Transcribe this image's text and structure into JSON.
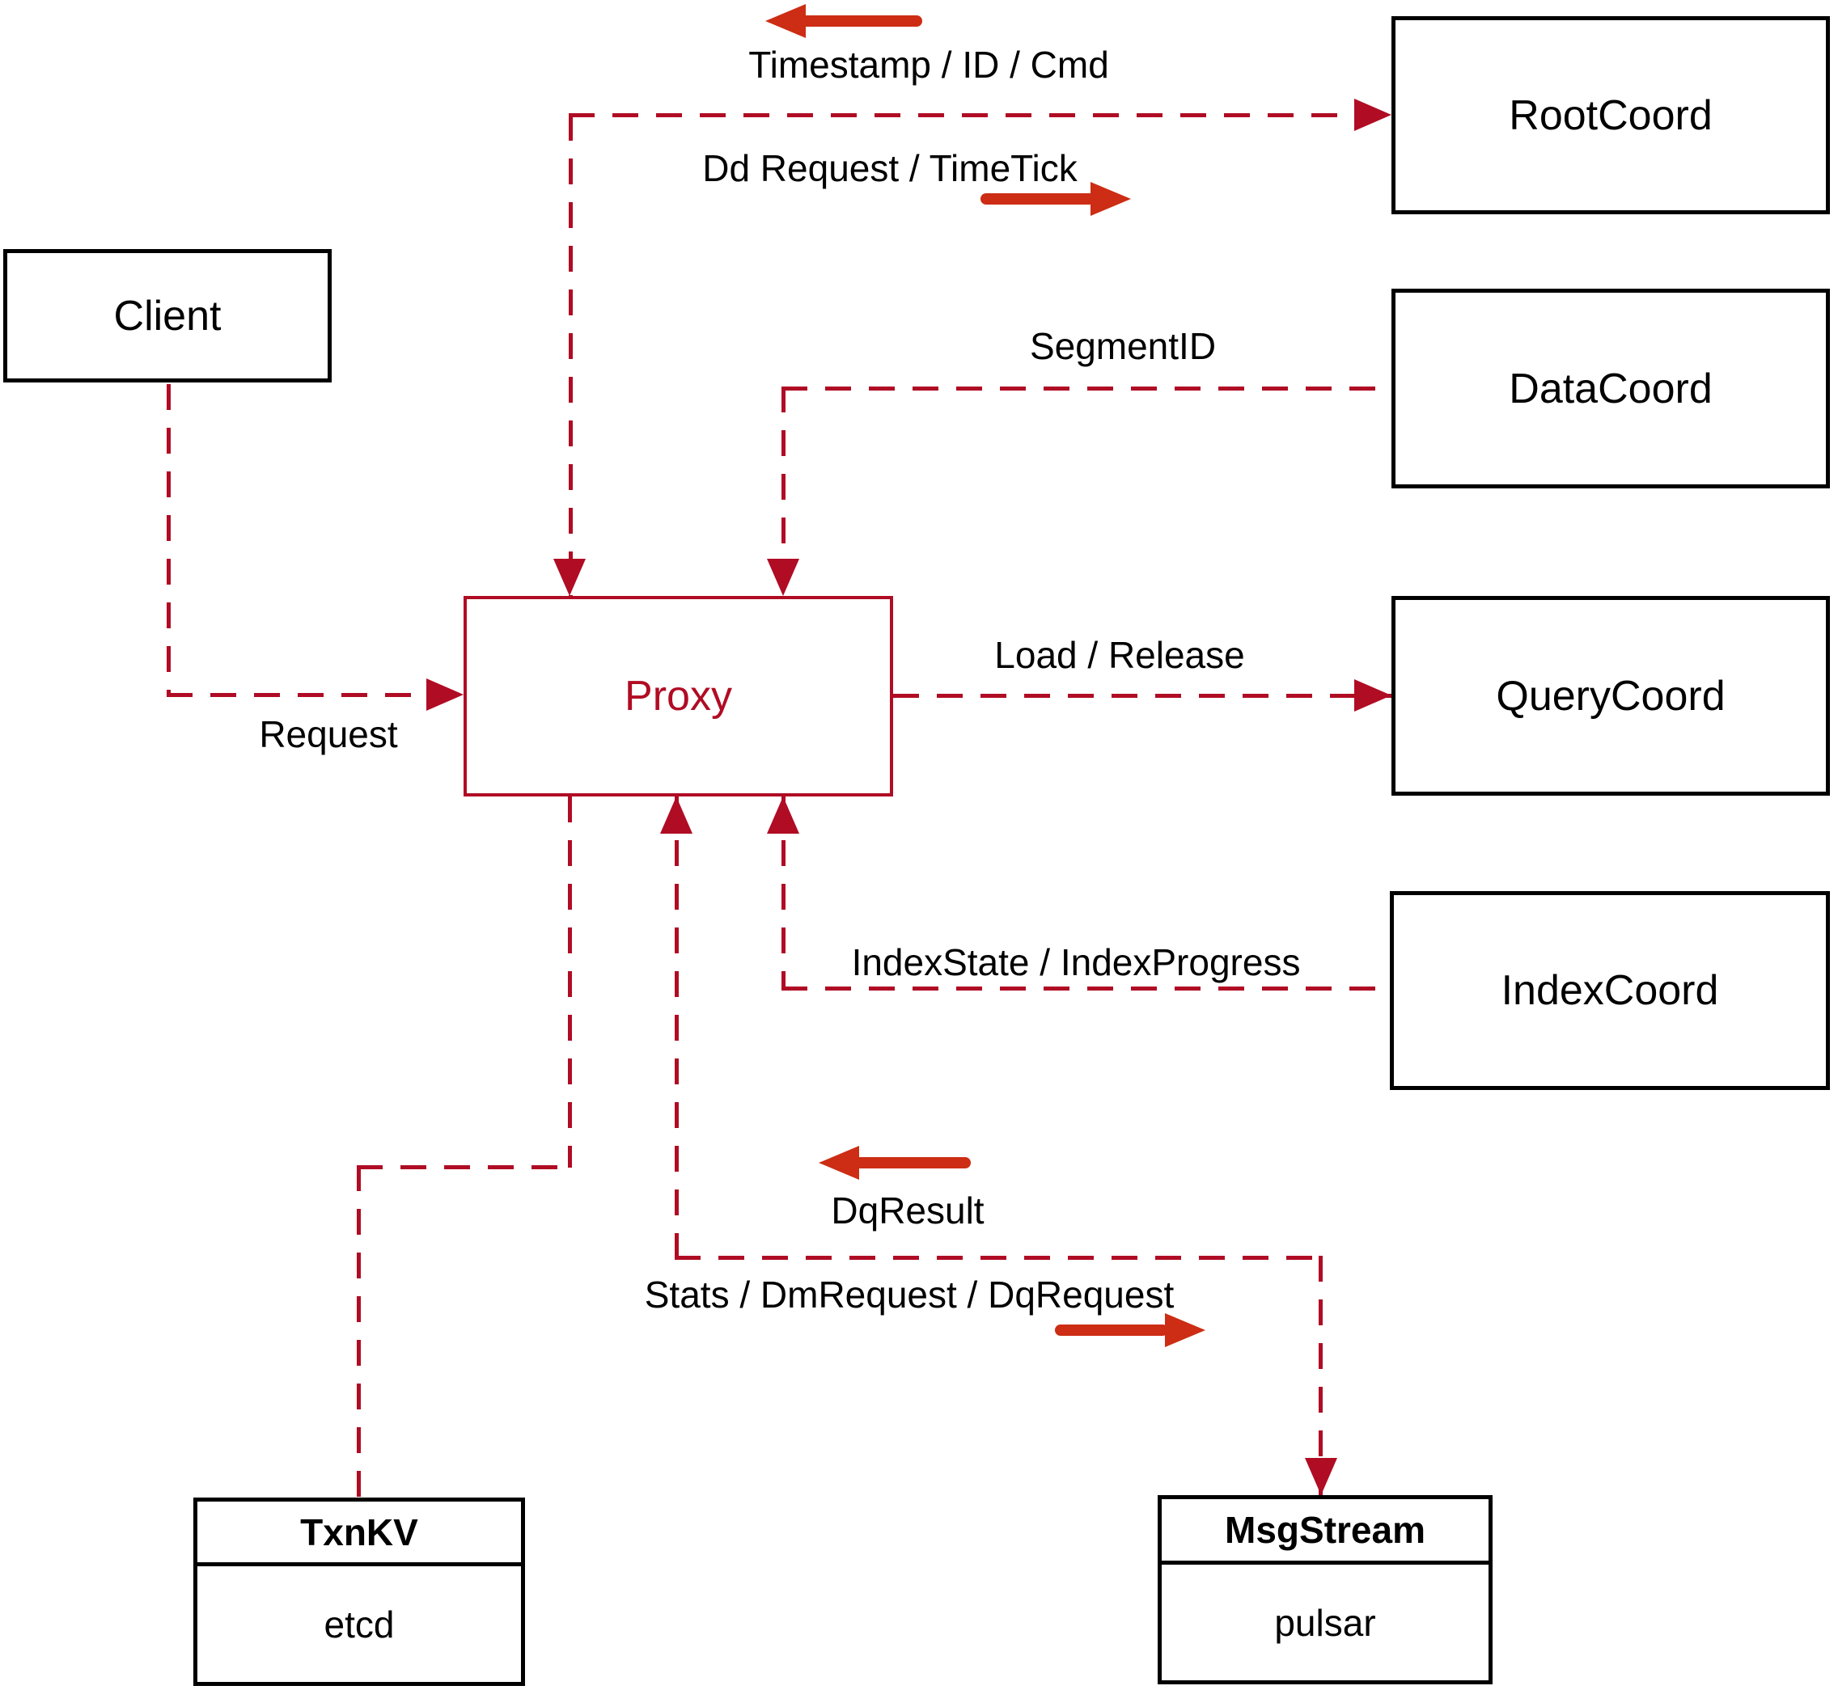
{
  "diagram": {
    "nodes": {
      "client": {
        "label": "Client"
      },
      "root_coord": {
        "label": "RootCoord"
      },
      "data_coord": {
        "label": "DataCoord"
      },
      "query_coord": {
        "label": "QueryCoord"
      },
      "index_coord": {
        "label": "IndexCoord"
      },
      "proxy": {
        "label": "Proxy"
      },
      "txn_kv": {
        "title": "TxnKV",
        "subtitle": "etcd"
      },
      "msg_stream": {
        "title": "MsgStream",
        "subtitle": "pulsar"
      }
    },
    "edge_labels": {
      "timestamp_id_cmd": "Timestamp / ID / Cmd",
      "dd_request_timetick": "Dd Request / TimeTick",
      "segment_id": "SegmentID",
      "load_release": "Load / Release",
      "request": "Request",
      "index_state_progress": "IndexState / IndexProgress",
      "dq_result": "DqResult",
      "stats_dm_dq_request": "Stats / DmRequest / DqRequest"
    },
    "colors": {
      "dashed_line": "#b00c24",
      "solid_arrow": "#cc2d14",
      "proxy_accent": "#b00c24",
      "node_border": "#000000",
      "text": "#000000",
      "background": "#ffffff"
    }
  }
}
